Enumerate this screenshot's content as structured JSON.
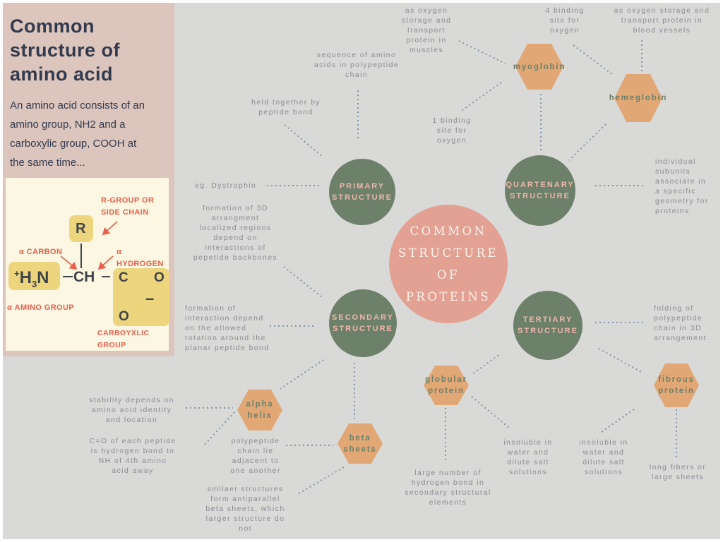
{
  "colors": {
    "background": "#d9d9d7",
    "frame": "#ffffff",
    "sidebar_pink": "#dcc5bd",
    "card_cream": "#fbf7e2",
    "chem_yellow": "#edd57e",
    "accent_red": "#e8604c",
    "title_navy": "#333a4d",
    "circle_green": "#6d8069",
    "circle_label_pink": "#ecb7ab",
    "center_pink": "#e3a193",
    "hexagon_orange": "#e1a876",
    "hexagon_label_green": "#6f7f68",
    "note_gray": "#8c8c95",
    "dotted_line_blue": "#8496a9"
  },
  "sidebar": {
    "title": "Common\nstructure of\namino acid",
    "description": "An amino acid consists of an\namino group, NH2 and a\ncarboxylic group, COOH at\nthe same time...",
    "structure": {
      "r_group_label": "R-GROUP OR\nSIDE CHAIN",
      "carbon_label": "α CARBON",
      "hydrogen_label": "α HYDROGEN",
      "amino_group_label": "α AMINO GROUP",
      "carboxylic_group_label": "CARBOYXLIC GROUP",
      "r": "R",
      "plus": "+",
      "h": "H",
      "three": "3",
      "n": "N",
      "ch": "CH",
      "c": "C",
      "o1": "O",
      "o2": "O",
      "minus": "–"
    }
  },
  "map": {
    "center": "COMMON\nSTRUCTURE OF\nPROTEINS",
    "nodes": {
      "primary": "PRIMARY\nSTRUCTURE",
      "quartenary": "QUARTENARY\nSTRUCTURE",
      "secondary": "SECONDARY\nSTRUCTURE",
      "tertiary": "TERTIARY\nSTRUCTURE"
    },
    "hexagons": {
      "myoglobin": "myoglobin",
      "hemeglobin": "hemeglobin",
      "alpha_helix": "alpha\nhelix",
      "beta_sheets": "beta\nsheets",
      "globular": "globular\nprotein",
      "fibrous": "fibrous\nprotein"
    },
    "notes": {
      "muscles": "as oxygen\nstorage and\ntransport\nprotein in\nmuscles",
      "four_binding": "4 binding\nsite for\noxygen",
      "blood_vessels": "as oxygen storage and\ntransport protein in\nblood vessels",
      "sequence": "sequence of amino\nacids in polypeptide\nchain",
      "held_together": "held together by\npeptide bond",
      "one_binding": "1 binding\nsite for\noxygen",
      "dystrophin": "eg. Dystrophin",
      "subunits": "individual\nsubunits\nassociate in\na specific\ngeometry for\nproteins",
      "formation_3d": "formation of 3D\narrangment\nlocalized regions\ndepend on\ninteractions of\npepetide backbones",
      "formation_interaction": "formation of\ninteraction depend\non the allowed\nrotation around the\nplanar peptide bond",
      "folding": "folding of\npolypeptide\nchain in 3D\narrangement",
      "stability": "stability depends on\namino acid identity\nand location",
      "co_peptide": "C=O of each peptide\nis hydrogen bond to\nNH of 4th amino\nacid away",
      "polypeptide_adjacent": "polypeptide\nchain lie\nadjacent to\none another",
      "smaller": "smllaer structures\nform antiparallel\nbeta sheets, which\nlarger structure do\nnot",
      "hydrogen_bonds": "large number of\nhydrogen bond in\nsecondary structural\nelements",
      "insoluble_1": "insoluble in\nwater and\ndilute salt\nsolutions",
      "insoluble_2": "insoluble in\nwater and\ndilute salt\nsolutions",
      "long_fibers": "long fibers or\nlarge sheets"
    }
  }
}
